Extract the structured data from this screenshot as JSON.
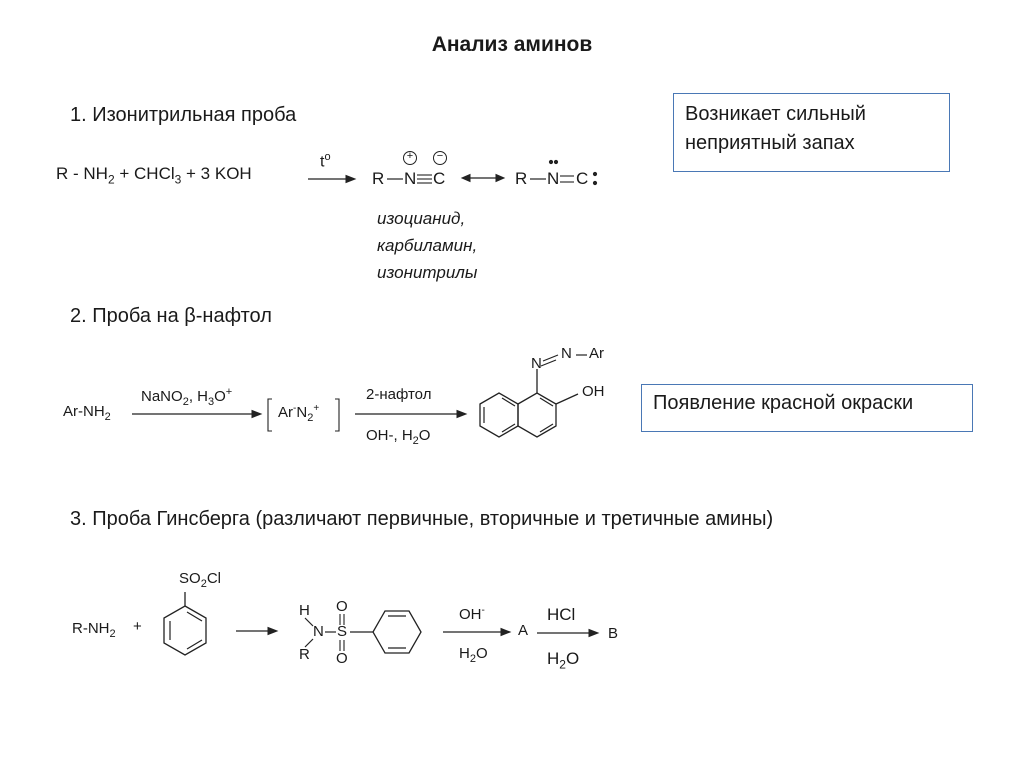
{
  "title": "Анализ аминов",
  "section1": {
    "heading": "1. Изонитрильная проба",
    "reactant_prefix": "R - NH",
    "reactant_mid": " + CHCl",
    "reactant_suffix": " + 3 KOH",
    "sub_2": "2",
    "sub_3": "3",
    "arrow_label": "t",
    "arrow_label_sup": "o",
    "product1_left": "R",
    "product1_n": "N",
    "product1_c": "C",
    "product2_left": "R",
    "product2_n": "N",
    "product2_c": "C",
    "plus_sign": "+",
    "minus_sign": "−",
    "names": [
      "изоцианид,",
      "карбиламин,",
      "изонитрилы"
    ],
    "note": "Возникает сильный неприятный запах"
  },
  "section2": {
    "heading": "2. Проба на β-нафтол",
    "reactant": "Ar-NH",
    "reactant_sub": "2",
    "reagent1_a": "NaNO",
    "reagent1_b": ", H",
    "reagent1_c": "O",
    "reagent1_sup": "+",
    "intermediate_a": "Ar",
    "intermediate_b": "N",
    "intermediate_sub": "2",
    "intermediate_sup_minus": "-",
    "intermediate_sup_plus": "+",
    "reagent2_top": "2-нафтол",
    "reagent2_bottom_a": "OH-, H",
    "reagent2_bottom_b": "O",
    "product_azo": "N",
    "product_azo2": "N",
    "product_ar": "Ar",
    "product_oh": "OH",
    "note": "Появление красной окраски"
  },
  "section3": {
    "heading": "3. Проба Гинсберга (различают первичные, вторичные и третичные амины)",
    "reactant": "R-NH",
    "reactant_sub": "2",
    "plus": "+",
    "so2cl_a": "SO",
    "so2cl_b": "Cl",
    "h": "H",
    "n": "N",
    "r": "R",
    "s": "S",
    "o_top": "O",
    "o_bottom": "O",
    "arrow1_top": "OH",
    "arrow1_top_sup": "-",
    "arrow1_bottom_a": "H",
    "arrow1_bottom_b": "O",
    "intermediate": "A",
    "arrow2_top": "HCl",
    "arrow2_bottom_a": "H",
    "arrow2_bottom_b": "O",
    "product": "B"
  }
}
